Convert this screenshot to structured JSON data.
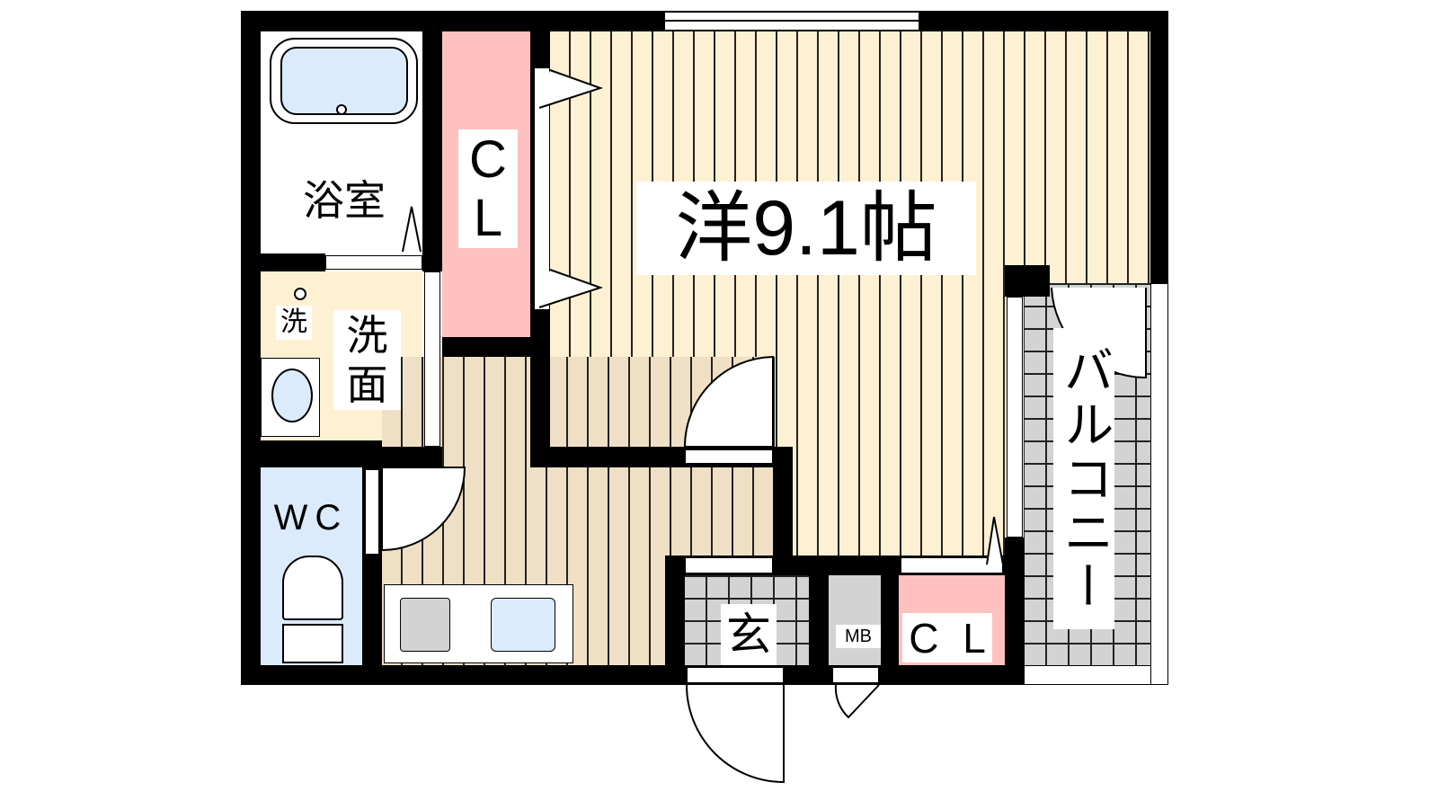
{
  "rooms": {
    "western_room": "洋9.1帖",
    "bathroom": "浴室",
    "washroom_line1": "洗",
    "washroom_line2": "面",
    "washer": "洗",
    "toilet": "WC",
    "closet_large_c": "C",
    "closet_large_l": "L",
    "entrance": "玄",
    "meter_box": "MB",
    "closet_small": "C L",
    "balcony": "バルコニー"
  },
  "colors": {
    "room_floor": "#fef1d3",
    "kitchen_floor": "#efdfc4",
    "closet": "#ffc0c0",
    "tile": "#d3d3d3",
    "water": "#dcebfc"
  }
}
